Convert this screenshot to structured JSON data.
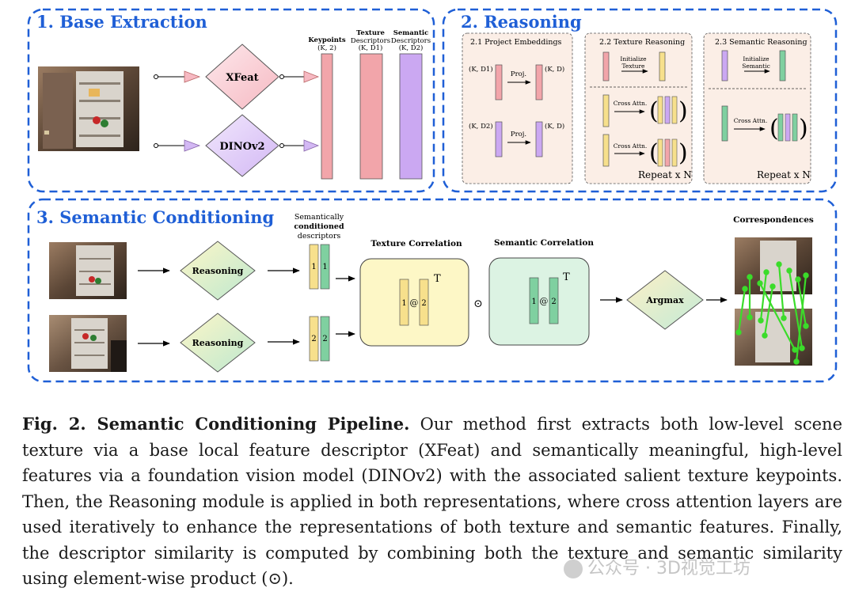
{
  "sections": {
    "base": {
      "title": "1. Base Extraction",
      "xfeat": "XFeat",
      "dino": "DINOv2",
      "col_kp": [
        "Keypoints",
        "(K, 2)"
      ],
      "col_tex": [
        "Texture",
        "Descriptors",
        "(K, D1)"
      ],
      "col_sem": [
        "Semantic",
        "Descriptors",
        "(K, D2)"
      ]
    },
    "reasoning": {
      "title": "2. Reasoning",
      "p1_title": "2.1 Project Embeddings",
      "p2_title": "2.2 Texture Reasoning",
      "p3_title": "2.3 Semantic Reasoning",
      "in1": "(K, D1)",
      "in2": "(K, D2)",
      "out": "(K, D)",
      "proj": "Proj.",
      "init_tex": [
        "Initialize",
        "Texture"
      ],
      "init_sem": [
        "Initialize",
        "Semantic"
      ],
      "cross_attn": "Cross Attn.",
      "repeat": "Repeat x N"
    },
    "semantic": {
      "title": "3. Semantic Conditioning",
      "reasoning": "Reasoning",
      "desc_label": [
        "Semantically",
        "conditioned",
        "descriptors"
      ],
      "idx1": "1",
      "idx2": "2",
      "tex_corr": "Texture Correlation",
      "sem_corr": "Semantic Correlation",
      "at": "@",
      "transpose": "T",
      "odot": "⊙",
      "argmax": "Argmax",
      "corr": "Correspondences"
    }
  },
  "caption": {
    "label": "Fig. 2. Semantic Conditioning Pipeline.",
    "text": "Our method first extracts both low-level scene texture via a base local feature descriptor (XFeat) and semantically meaningful, high-level features via a foundation vision model (DINOv2) with the associated salient texture keypoints. Then, the Reasoning module is applied in both representations, where cross attention layers are used iteratively to enhance the representations of both texture and semantic features. Finally, the descriptor similarity is computed by combining both the texture and semantic similarity using element-wise product (⊙)."
  },
  "watermark": "公众号 · 3D视觉工坊",
  "colors": {
    "frame": "#1f5fd6",
    "pink": "#f2a5aa",
    "purple": "#cba8f2",
    "yellow": "#f7e08c",
    "green": "#7fd0a0",
    "panel": "#fbeee6"
  }
}
